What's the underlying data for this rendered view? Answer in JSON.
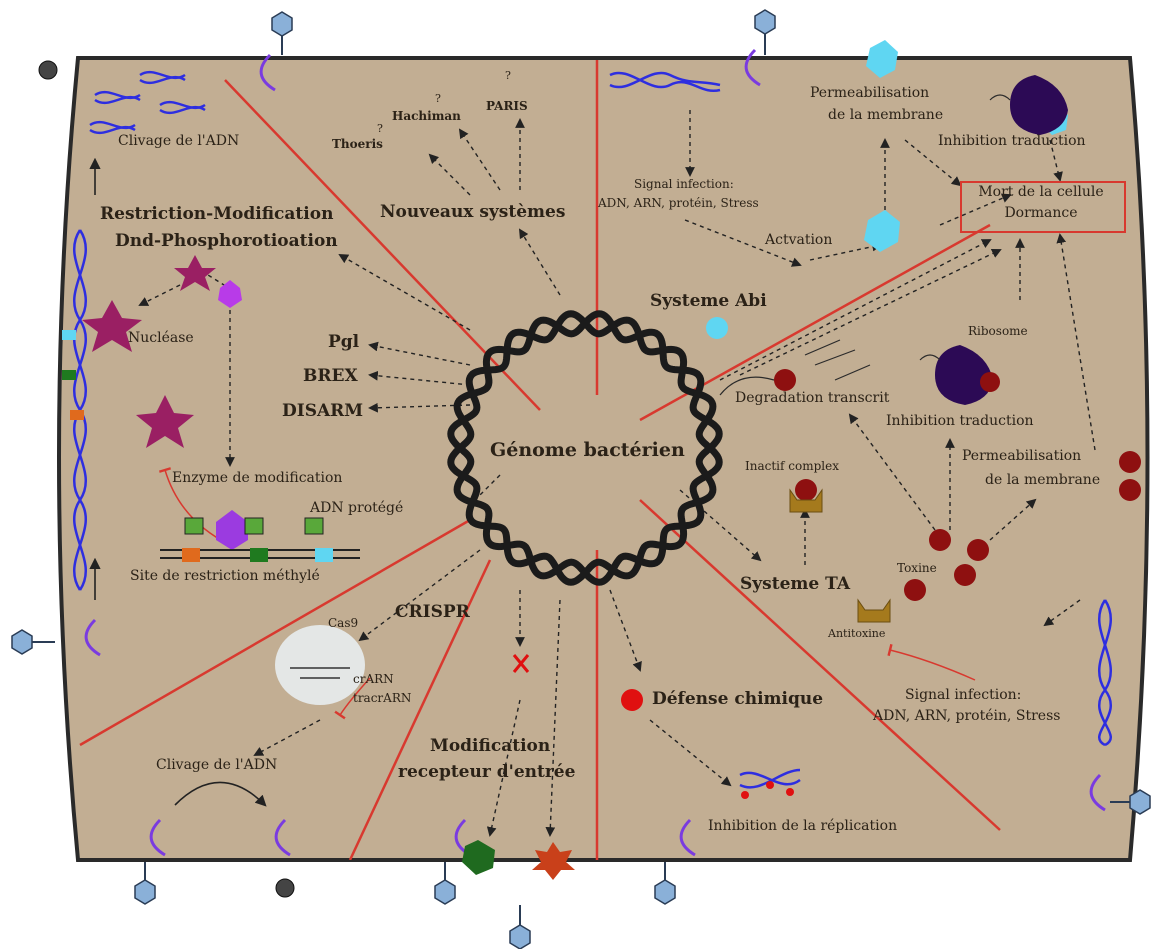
{
  "center": {
    "title": "Génome bactérien"
  },
  "sections": {
    "rm": {
      "cleavage_top": "Clivage de l'ADN",
      "title1": "Restriction-Modification",
      "title2": "Dnd-Phosphorotioation",
      "nuclease": "Nucléase",
      "enzyme": "Enzyme de modification",
      "protected": "ADN protégé",
      "site": "Site de restriction méthylé"
    },
    "new": {
      "title": "Nouveaux systèmes",
      "items": [
        "Thoeris",
        "Hachiman",
        "PARIS"
      ],
      "q": "?"
    },
    "others": {
      "items": [
        "Pgl",
        "BREX",
        "DISARM"
      ]
    },
    "abi": {
      "signal1": "Signal infection:",
      "signal2": "ADN, ARN, protéin, Stress",
      "perm1": "Permeabilisation",
      "perm2": "de la membrane",
      "inhib": "Inhibition traduction",
      "activation": "Actvation",
      "title": "Systeme Abi",
      "death1": "Mort de la cellule",
      "death2": "Dormance"
    },
    "ta": {
      "ribosome": "Ribosome",
      "degradation": "Degradation transcrit",
      "inhib": "Inhibition traduction",
      "inactive": "Inactif complex",
      "perm1": "Permeabilisation",
      "perm2": "de la membrane",
      "toxin": "Toxine",
      "title": "Systeme TA",
      "antitoxin": "Antitoxine",
      "signal1": "Signal infection:",
      "signal2": "ADN, ARN, protéin, Stress"
    },
    "crispr": {
      "title": "CRISPR",
      "cas9": "Cas9",
      "crarn": "crARN",
      "tracr": "tracrARN",
      "cleavage": "Clivage de l'ADN"
    },
    "receptor": {
      "line1": "Modification",
      "line2": "recepteur d'entrée"
    },
    "chem": {
      "title": "Défense chimique",
      "inhib": "Inhibition de la réplication"
    }
  },
  "colors": {
    "cell": "#c2ae93",
    "cell_border": "#2a2a2a",
    "divider": "#d8392f",
    "helix": "#1b1b1b",
    "dna_blue": "#2e2ee0",
    "purple": "#9b3be0",
    "cyan": "#5fd6f2",
    "star_magenta": "#9a1f63",
    "red_dot": "#8e1010",
    "chem_red": "#e01010",
    "green": "#1f7a1f",
    "gold": "#a57a1d"
  }
}
